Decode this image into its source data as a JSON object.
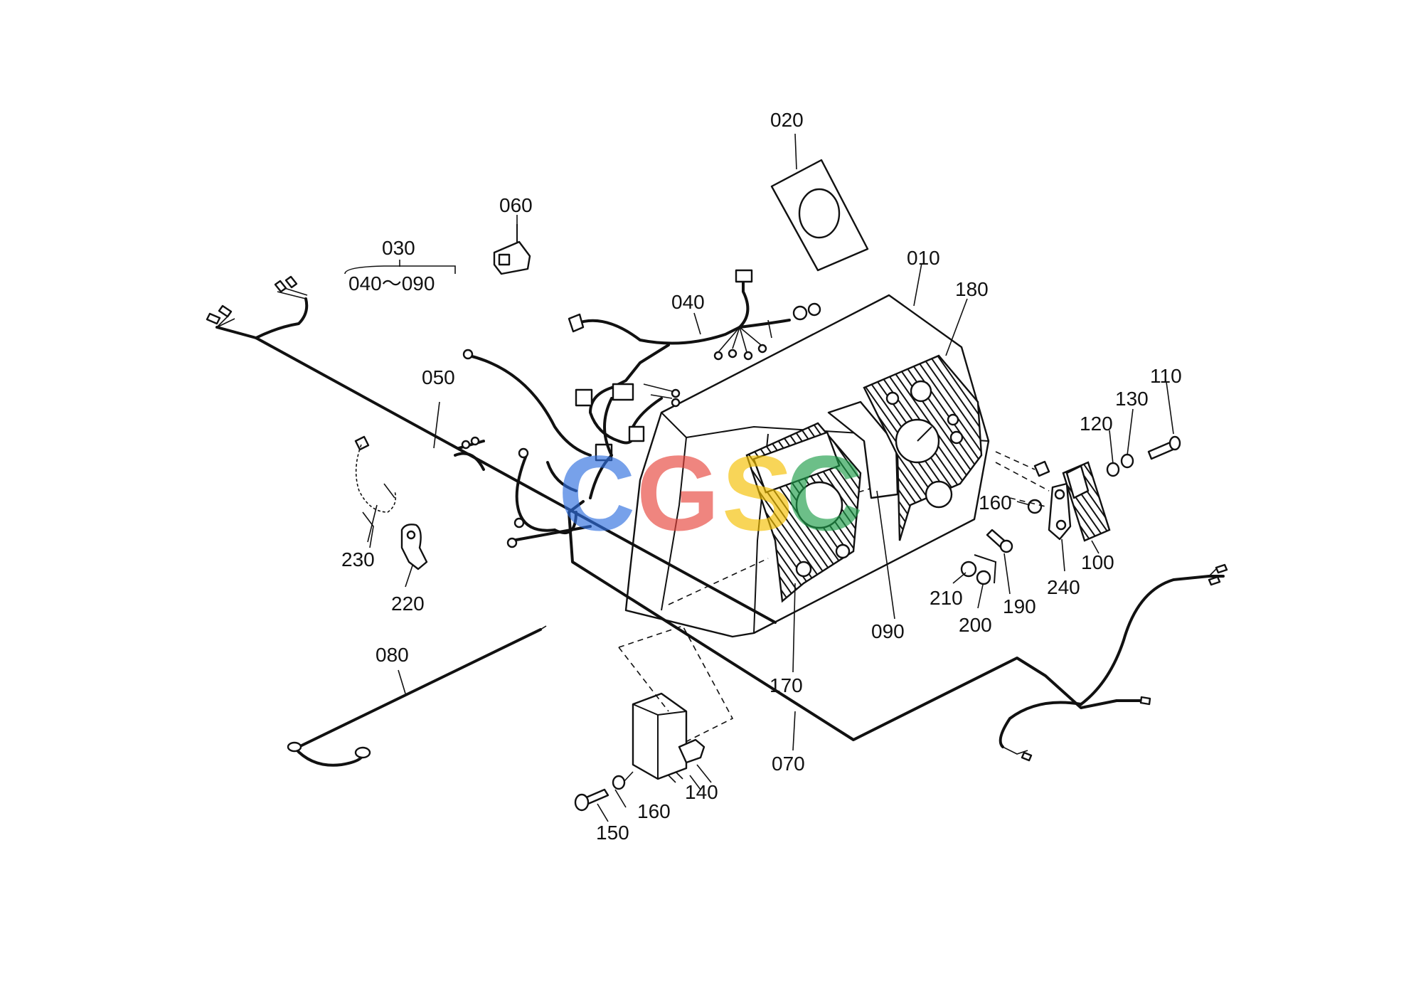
{
  "diagram": {
    "labels": {
      "p010": "010",
      "p020": "020",
      "p030": "030",
      "p030range": "040～090",
      "p040": "040",
      "p050": "050",
      "p060": "060",
      "p070": "070",
      "p080": "080",
      "p090": "090",
      "p100": "100",
      "p110": "110",
      "p120": "120",
      "p130": "130",
      "p140": "140",
      "p150": "150",
      "p160a": "160",
      "p160b": "160",
      "p170": "170",
      "p180": "180",
      "p190": "190",
      "p200": "200",
      "p210": "210",
      "p220": "220",
      "p230": "230",
      "p240": "240"
    },
    "watermark": {
      "letters": [
        "C",
        "G",
        "S",
        "C"
      ],
      "colors": [
        "#2f6fe0",
        "#e8453c",
        "#f5c000",
        "#1e9e4a"
      ]
    }
  }
}
